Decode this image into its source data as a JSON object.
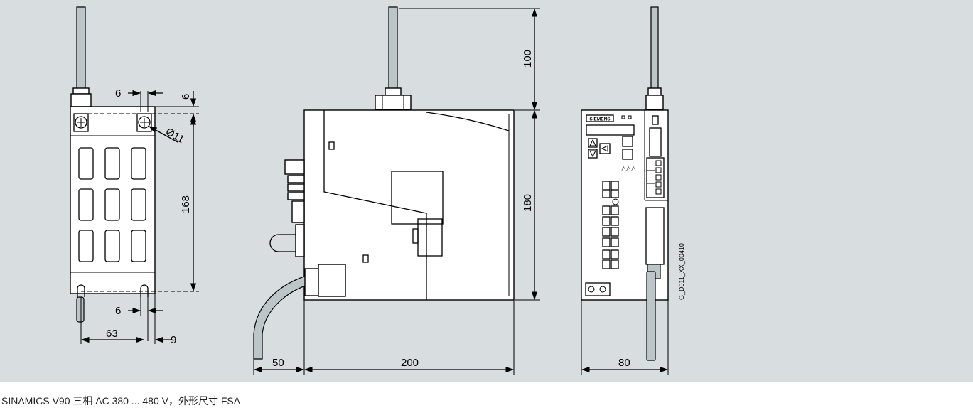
{
  "figure": {
    "dimensions": {
      "top_gap": "6",
      "top_right": "6",
      "hole_diameter": "Ø11",
      "mount_height": "168",
      "bottom_gap": "6",
      "mount_width": "63",
      "edge": "9",
      "clearance_top": "100",
      "height": "180",
      "cable_depth": "50",
      "depth": "200",
      "width": "80"
    },
    "drawing_id": "G_D011_XX_00410",
    "brand": "SIEMENS",
    "caption": "SINAMICS V90  三相  AC 380 ... 480 V，外形尺寸  FSA"
  },
  "colors": {
    "background": "#d8dee0",
    "body": "#ffffff",
    "cable": "#bcc6c8"
  }
}
